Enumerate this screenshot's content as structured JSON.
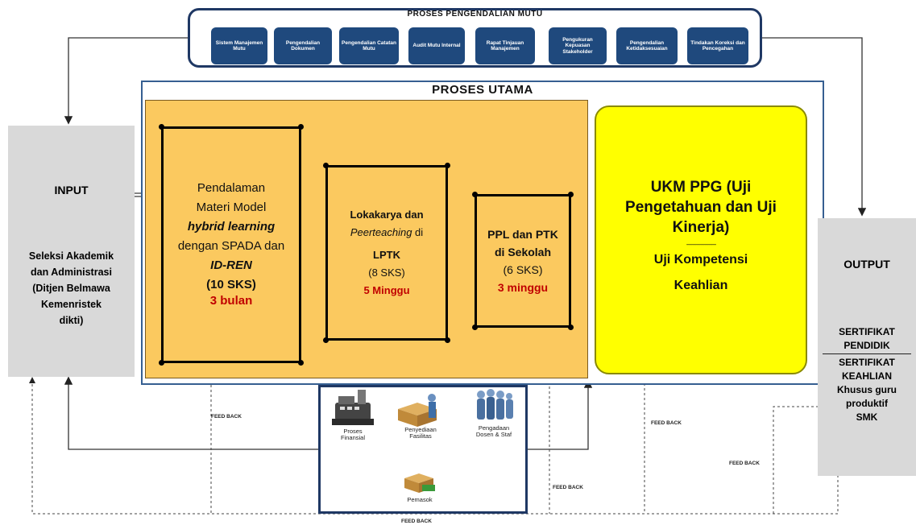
{
  "quality_control": {
    "title": "PROSES PENGENDALIAN MUTU",
    "items": [
      "Sistem Manajemen Mutu",
      "Pengendalian Dokumen",
      "Pengendalian Catatan Mutu",
      "Audit Mutu Internal",
      "Rapat Tinjauan Manajemen",
      "Pengukuran Kepuasan Stakeholder",
      "Pengendalian Ketidaksesuaian",
      "Tindakan Koreksi dan Pencegahan"
    ]
  },
  "main_process": {
    "title": "PROSES UTAMA"
  },
  "input": {
    "title": "INPUT",
    "line1": "Seleksi Akademik",
    "line2": "dan Administrasi",
    "line3": "(Ditjen Belmawa",
    "line4": "Kemenristek",
    "line5": "dikti)"
  },
  "step1": {
    "line1": "Pendalaman",
    "line2": "Materi Model",
    "line3": "hybrid learning",
    "line4": "dengan SPADA dan",
    "line5": "ID-REN",
    "line6": "(10 SKS)",
    "duration": "3 bulan"
  },
  "step2": {
    "line1": "Lokakarya dan",
    "line2a": "Peerteaching",
    "line2b": " di",
    "line3": "LPTK",
    "line4": "(8 SKS)",
    "duration": "5 Minggu"
  },
  "step3": {
    "line1": "PPL dan PTK",
    "line2": "di Sekolah",
    "line3": "(6 SKS)",
    "duration": "3 minggu"
  },
  "ukm": {
    "line1": "UKM PPG (Uji",
    "line2": "Pengetahuan dan Uji",
    "line3": "Kinerja)",
    "divider": "----------------------",
    "line4": "Uji Kompetensi",
    "line5": "Keahlian"
  },
  "output": {
    "title": "OUTPUT",
    "cert1a": "SERTIFIKAT",
    "cert1b": "PENDIDIK",
    "cert2a": "SERTIFIKAT",
    "cert2b": "KEAHLIAN",
    "cert2c": "Khusus guru",
    "cert2d": "produktif",
    "cert2e": "SMK"
  },
  "support": {
    "finansial_a": "Proses",
    "finansial_b": "Finansial",
    "fasilitas_a": "Penyediaan",
    "fasilitas_b": "Fasilitas",
    "dosen_a": "Pengadaan",
    "dosen_b": "Dosen & Staf",
    "pemasok": "Pemasok"
  },
  "feedback": {
    "fb1": "FEED BACK",
    "fb2": "FEED BACK",
    "fb3": "FEED BACK",
    "fb4": "FEED BACK",
    "fb5": "FEED BACK"
  },
  "colors": {
    "navy": "#1f497d",
    "orange_panel": "#fbc95f",
    "yellow_panel": "#ffff00",
    "grey_panel": "#d9d9d9",
    "blue_arrow": "#5b9bd5",
    "green_arrow": "#4f8a2b",
    "red_text": "#c00000"
  }
}
